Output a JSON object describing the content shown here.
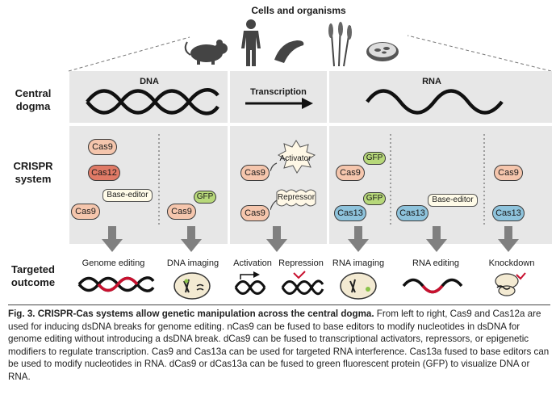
{
  "figure": {
    "top_title": "Cells and organisms",
    "rows": {
      "dogma": "Central\ndogma",
      "crispr": "CRISPR\nsystem",
      "outcome": "Targeted\noutcome"
    },
    "columns": {
      "dna": "DNA",
      "transcription": "Transcription",
      "rna": "RNA"
    },
    "proteins": {
      "cas9": "Cas9",
      "cas12": "Cas12",
      "cas13": "Cas13",
      "gfp": "GFP",
      "base_editor": "Base-editor",
      "activator": "Activator",
      "repressor": "Repressor"
    },
    "outcomes": {
      "genome_editing": "Genome editing",
      "dna_imaging": "DNA imaging",
      "activation": "Activation",
      "repression": "Repression",
      "rna_imaging": "RNA imaging",
      "rna_editing": "RNA editing",
      "knockdown": "Knockdown"
    },
    "caption": {
      "bold": "Fig. 3. CRISPR-Cas systems allow genetic manipulation across the central dogma.",
      "text": " From left to right, Cas9 and Cas12a are used for inducing dsDNA breaks for genome editing. nCas9 can be fused to base editors to modify nucleotides in dsDNA for genome editing without introducing a dsDNA break. dCas9 can be fused to transcriptional activators, repressors, or epigenetic modifiers to regulate transcription. Cas9 and Cas13a can be used for targeted RNA interference. Cas13a fused to base editors can be used to modify nucleotides in RNA. dCas9 or dCas13a can be fused to green fluorescent protein (GFP) to visualize DNA or RNA."
    },
    "colors": {
      "cas9": "#f5c6ad",
      "cas12": "#e07a66",
      "cas13": "#8ec3dc",
      "gfp": "#b7d87a",
      "band": "#e7e7e7",
      "arrow": "#808080",
      "edit_red": "#c8102e"
    }
  }
}
